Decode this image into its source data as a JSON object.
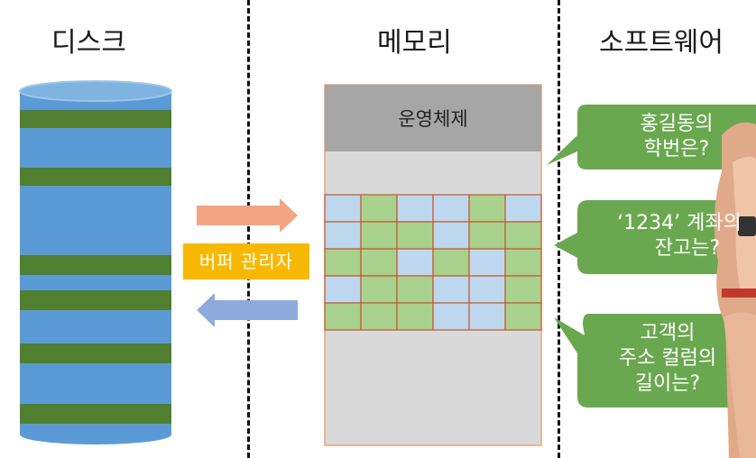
{
  "headings": {
    "disk": "디스크",
    "memory": "메모리",
    "software": "소프트웨어"
  },
  "buffer_manager": "버퍼 관리자",
  "os_label": "운영체제",
  "memory_pages": [
    [
      "b",
      "g",
      "b",
      "b",
      "g",
      "b"
    ],
    [
      "b",
      "g",
      "g",
      "b",
      "g",
      "g"
    ],
    [
      "g",
      "g",
      "b",
      "g",
      "b",
      "g"
    ],
    [
      "b",
      "g",
      "g",
      "b",
      "b",
      "g"
    ],
    [
      "g",
      "g",
      "g",
      "b",
      "b",
      "g"
    ]
  ],
  "bubbles": [
    {
      "lines": [
        "홍길동의",
        "학번은?"
      ]
    },
    {
      "lines": [
        "‘1234’ 계좌의",
        "잔고는?"
      ]
    },
    {
      "lines": [
        "고객의",
        "주소 컬럼의",
        "길이는?"
      ]
    }
  ],
  "colors": {
    "disk_blue": "#5b9bd5",
    "disk_band": "#4f7f2f",
    "page_blue": "#bdd7ee",
    "page_green": "#a9d18e",
    "page_border": "#c5572a",
    "os_gray": "#a6a6a6",
    "memory_bg": "#d9d9d9",
    "bubble_green": "#6aa84f",
    "buffer_yellow": "#f8b800",
    "arrow_orange": "#f4a582",
    "arrow_blue": "#8faadc"
  }
}
